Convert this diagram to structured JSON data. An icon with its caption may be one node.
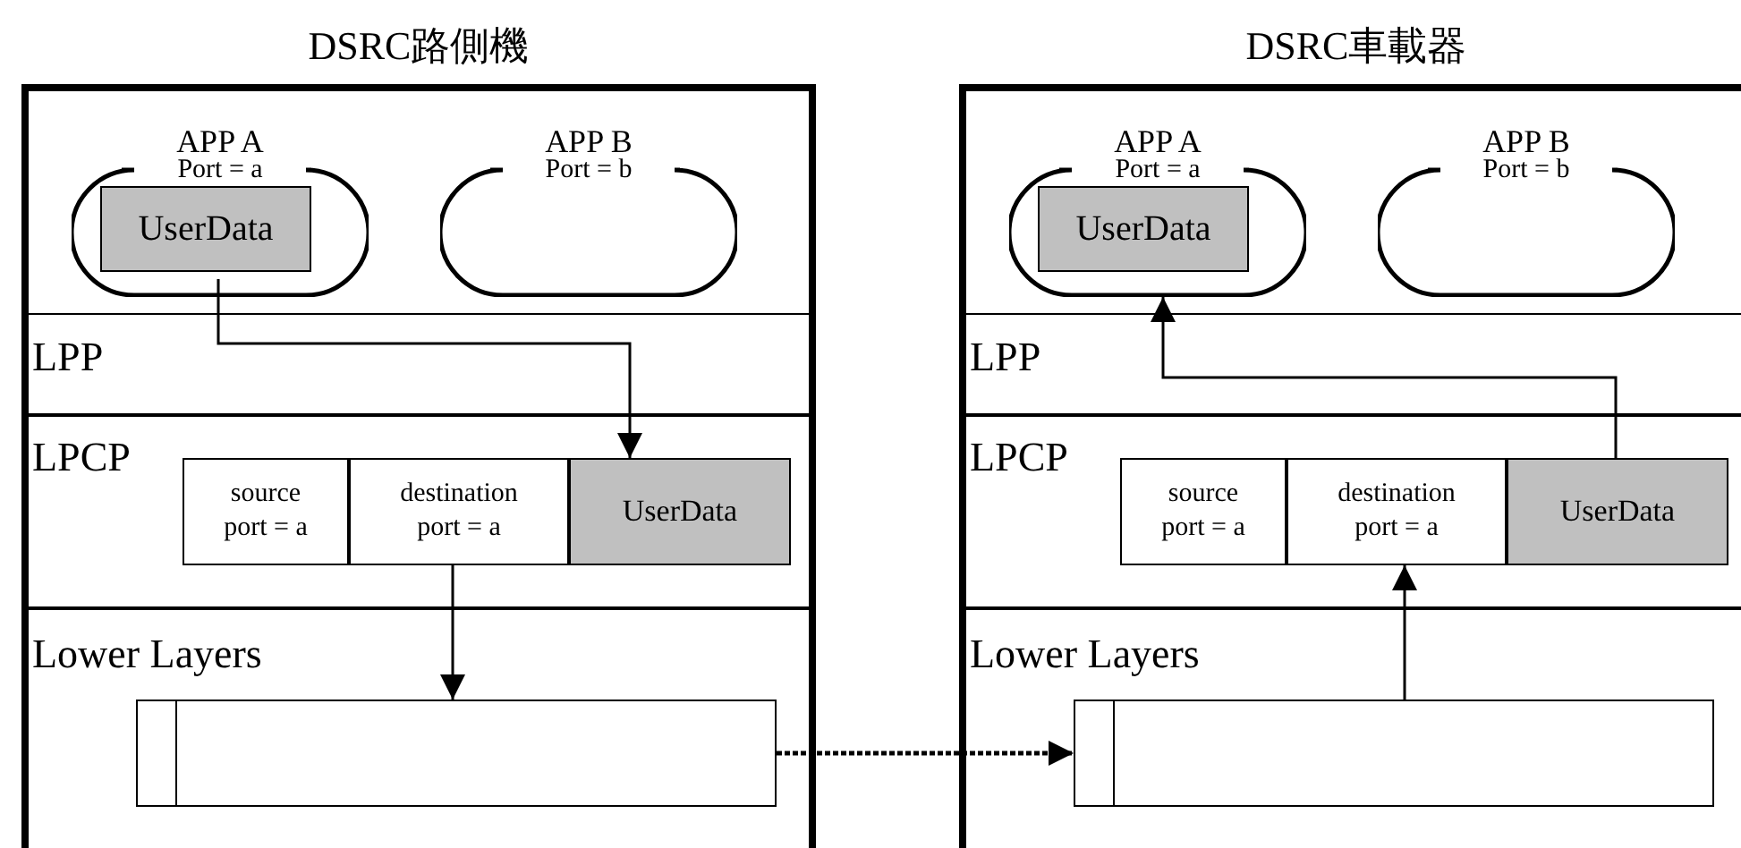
{
  "diagram": {
    "nodes": [
      {
        "text": [
          "DSRC路側機"
        ]
      },
      {
        "text": [
          "APP A",
          "Port = a"
        ],
        "in": 0
      },
      {
        "text": [
          "UserData"
        ],
        "in": 1
      },
      {
        "text": [
          "APP B",
          "Port = b"
        ],
        "in": 0
      },
      {
        "text": [
          "LPP"
        ],
        "in": 0
      },
      {
        "text": [
          "LPCP"
        ],
        "in": 0
      },
      {
        "text": [
          "source port = a"
        ],
        "in": 0
      },
      {
        "text": [
          "destination port = a"
        ],
        "in": 0
      },
      {
        "text": [
          "UserData"
        ],
        "in": 0
      },
      {
        "text": [
          "Lower Layers"
        ],
        "in": 0
      },
      {
        "text": [],
        "shape": "box",
        "in": 0
      },
      {
        "text": [
          "DSRC車載器"
        ]
      },
      {
        "text": [
          "APP A",
          "Port = a"
        ],
        "in": 11
      },
      {
        "text": [
          "UserData"
        ],
        "in": 12
      },
      {
        "text": [
          "APP B",
          "Port = b"
        ],
        "in": 11
      },
      {
        "text": [
          "LPP"
        ],
        "in": 11
      },
      {
        "text": [
          "LPCP"
        ],
        "in": 11
      },
      {
        "text": [
          "source port = a"
        ],
        "in": 11
      },
      {
        "text": [
          "destination port = a"
        ],
        "in": 11
      },
      {
        "text": [
          "UserData"
        ],
        "in": 11
      },
      {
        "text": [
          "Lower Layers"
        ],
        "in": 11
      },
      {
        "text": [],
        "shape": "box",
        "in": 11
      }
    ],
    "edges": [
      {
        "from": 2,
        "to": 8,
        "arrow": "to"
      },
      {
        "from": 7,
        "to": 10,
        "arrow": "to"
      },
      {
        "from": 10,
        "to": 21,
        "arrow": "to",
        "style": "dashed"
      },
      {
        "from": 21,
        "to": 18,
        "arrow": "to"
      },
      {
        "from": 19,
        "to": 12,
        "arrow": "to"
      }
    ]
  }
}
